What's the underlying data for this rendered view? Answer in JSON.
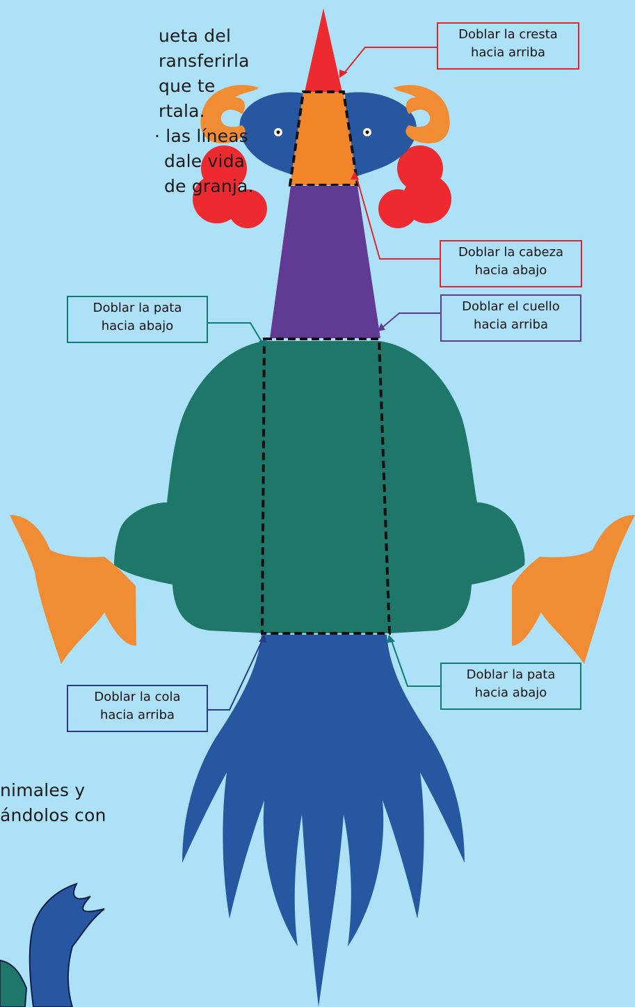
{
  "top_partial_text": [
    "ueta del",
    "ransferirla",
    "que te",
    "rtala.",
    "· las líneas",
    "dale vida",
    "de granja."
  ],
  "bottom_partial_text": [
    "nimales y",
    "ándolos con"
  ],
  "labels": {
    "crest": {
      "line1": "Doblar la cresta",
      "line2": "hacia arriba",
      "color": "#e0252e"
    },
    "head": {
      "line1": "Doblar la cabeza",
      "line2": "hacia abajo",
      "color": "#e0252e"
    },
    "neck": {
      "line1": "Doblar el cuello",
      "line2": "hacia arriba",
      "color": "#5a3d9b"
    },
    "leg_left": {
      "line1": "Doblar la pata",
      "line2": "hacia abajo",
      "color": "#137a75"
    },
    "leg_right": {
      "line1": "Doblar la pata",
      "line2": "hacia abajo",
      "color": "#137a75"
    },
    "tail": {
      "line1": "Doblar la cola",
      "line2": "hacia arriba",
      "color": "#283a8a"
    }
  },
  "colors": {
    "background": "#ade1f8",
    "crest": "#ed2a2f",
    "head_center": "#f1852a",
    "head_sides": "#2757a0",
    "wattles": "#ed2a2f",
    "claws": "#f08c34",
    "neck": "#603a93",
    "body": "#1f776a",
    "feet": "#f08c34",
    "tail": "#2757a0"
  }
}
